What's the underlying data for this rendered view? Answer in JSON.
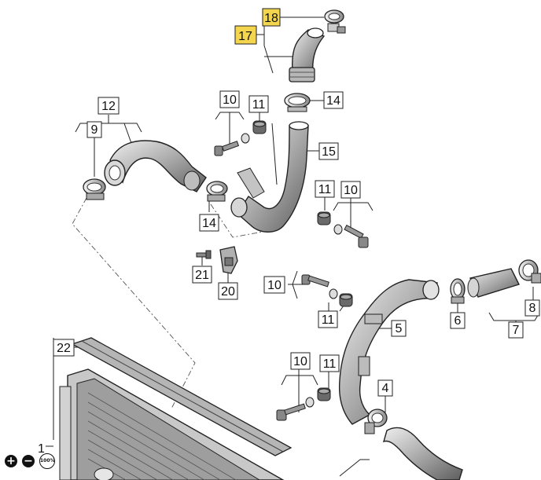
{
  "diagram": {
    "callouts": {
      "c18": "18",
      "c17": "17",
      "c14a": "14",
      "c10a": "10",
      "c11a": "11",
      "c12": "12",
      "c9": "9",
      "c15": "15",
      "c11b": "11",
      "c10b": "10",
      "c14b": "14",
      "c21": "21",
      "c20": "20",
      "c10c": "10",
      "c11c": "11",
      "c6": "6",
      "c8": "8",
      "c7": "7",
      "c5": "5",
      "c22": "22",
      "c10d": "10",
      "c11d": "11",
      "c4": "4",
      "c1": "1"
    },
    "highlight_color": "#f3d64e"
  },
  "zoom": {
    "in_icon": "+",
    "out_icon": "−",
    "level": "100%"
  }
}
